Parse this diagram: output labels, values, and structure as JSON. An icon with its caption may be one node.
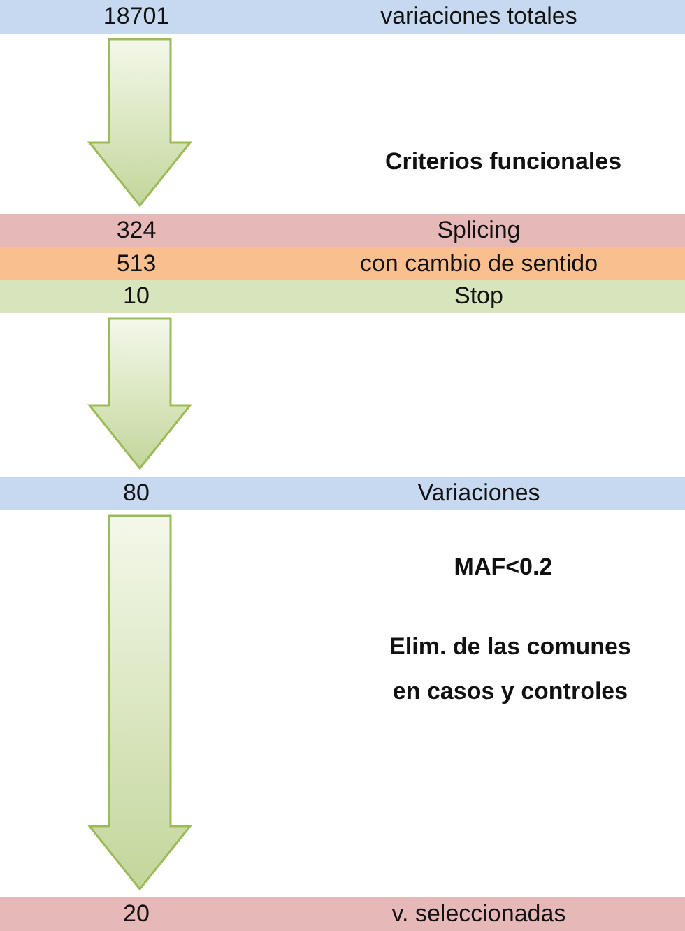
{
  "diagram": {
    "nodes": [
      {
        "text": [
          "18701",
          "variaciones totales"
        ]
      },
      {
        "text": [
          "324",
          "Splicing"
        ]
      },
      {
        "text": [
          "513",
          "con cambio de sentido"
        ]
      },
      {
        "text": [
          "10",
          "Stop"
        ]
      },
      {
        "text": [
          "80",
          "Variaciones"
        ]
      },
      {
        "text": [
          "20",
          "v. seleccionadas"
        ]
      }
    ],
    "edges": [
      {
        "from": 0,
        "to": 1,
        "arrow": "to"
      },
      {
        "from": 3,
        "to": 4,
        "arrow": "to"
      },
      {
        "from": 4,
        "to": 5,
        "arrow": "to"
      }
    ],
    "labels": [
      "Criterios funcionales",
      "MAF<0.2",
      "Elim. de las comunes en casos y controles"
    ]
  }
}
